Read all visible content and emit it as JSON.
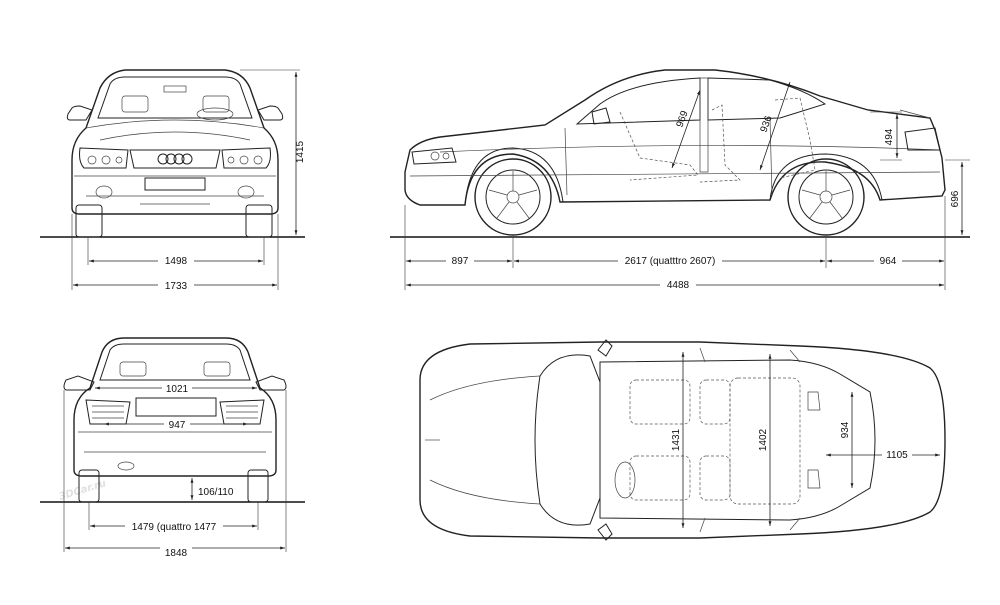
{
  "watermark": "3DCar.ru",
  "dimensions": {
    "front_height": "1415",
    "front_track": "1498",
    "front_width": "1733",
    "front_overhang": "897",
    "wheelbase": "2617 (quatttro 2607)",
    "rear_overhang": "964",
    "length": "4488",
    "front_headroom": "969",
    "rear_headroom": "936",
    "trunk_height": "494",
    "rear_height": "696",
    "rear_shoulder": "1021",
    "rear_trunk_width": "947",
    "ground_clearance": "106/110",
    "rear_track": "1479 (quattro 1477",
    "mirror_width": "1848",
    "front_cabin_width": "1431",
    "rear_cabin_width": "1402",
    "trunk_width": "934",
    "trunk_length": "1105"
  },
  "colors": {
    "line": "#222222",
    "watermark": "#c8c8c8"
  }
}
